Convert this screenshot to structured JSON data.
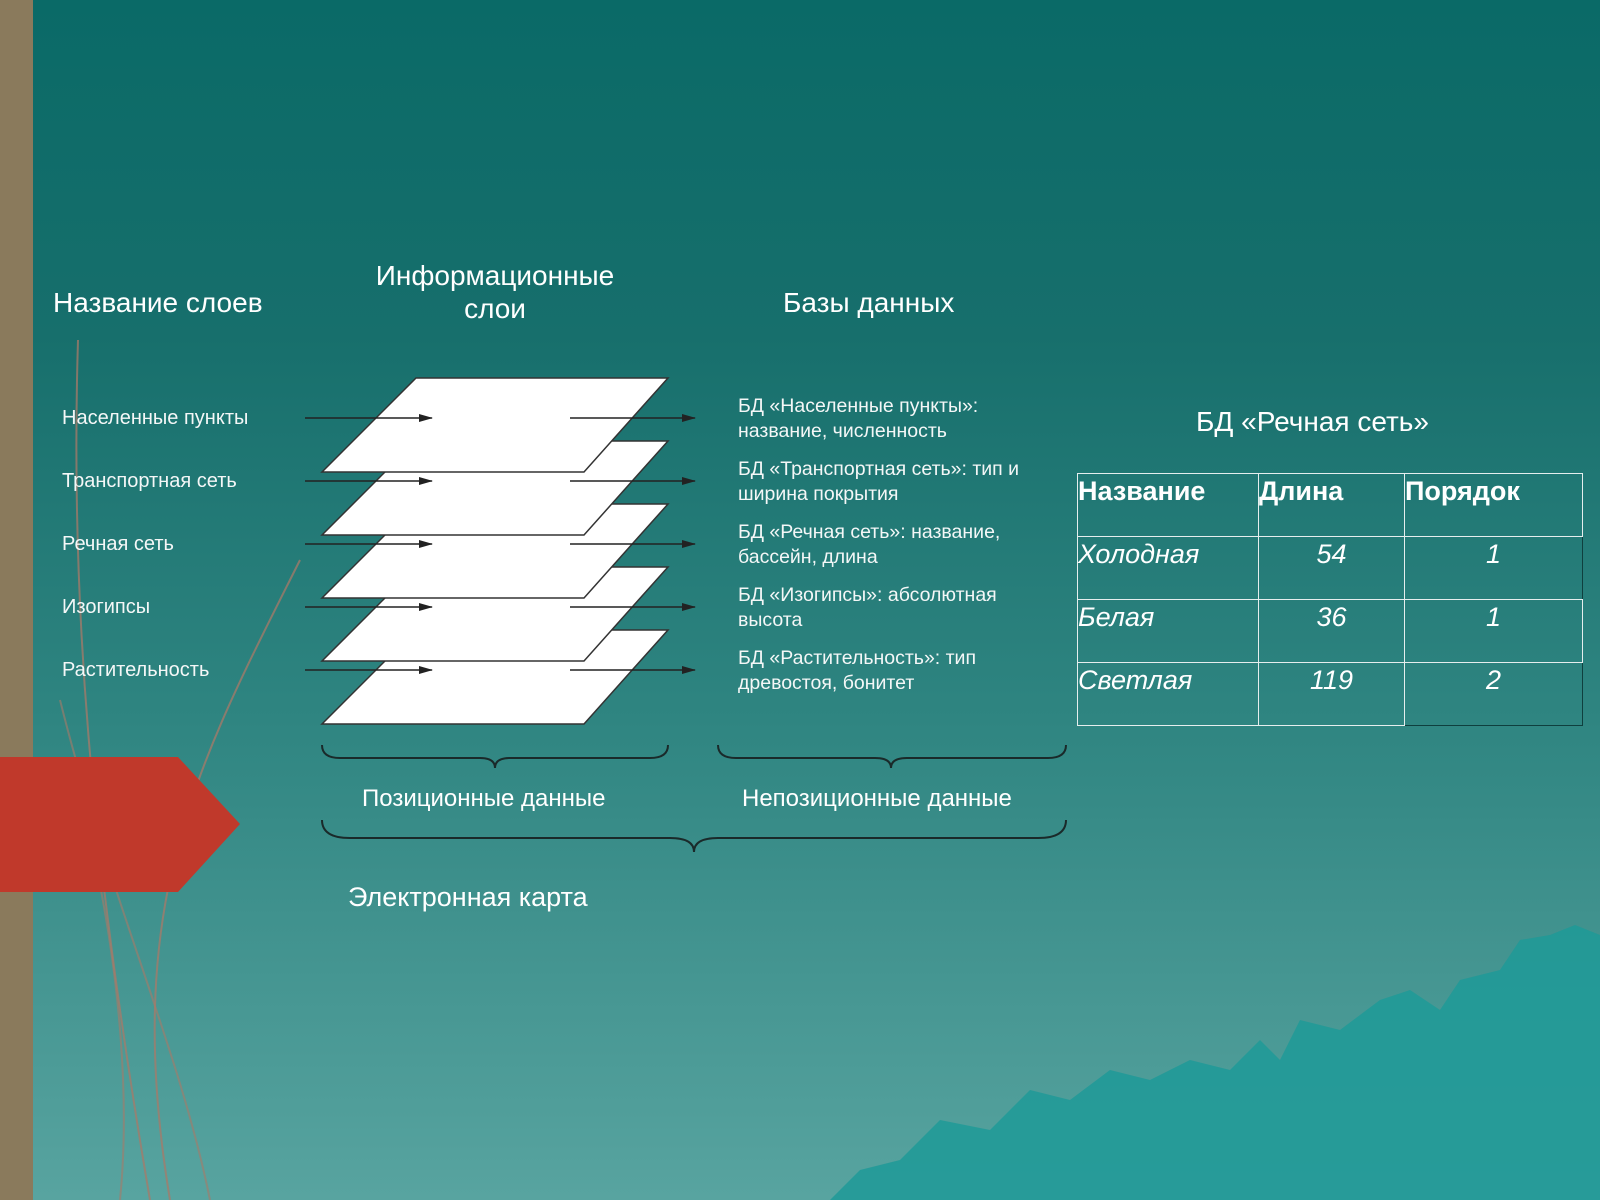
{
  "headings": {
    "layer_names": "Название слоев",
    "info_layers_line1": "Информационные",
    "info_layers_line2": "слои",
    "databases": "Базы данных"
  },
  "layers": [
    {
      "name": "Населенные пункты",
      "db_line1": "БД «Населенные пункты»:",
      "db_line2": "название, численность"
    },
    {
      "name": "Транспортная сеть",
      "db_line1": "БД «Транспортная сеть»: тип и",
      "db_line2": "ширина покрытия"
    },
    {
      "name": "Речная сеть",
      "db_line1": "БД «Речная сеть»: название,",
      "db_line2": "бассейн, длина"
    },
    {
      "name": "Изогипсы",
      "db_line1": "БД «Изогипсы»: абсолютная",
      "db_line2": "высота"
    },
    {
      "name": "Растительность",
      "db_line1": "БД «Растительность»: тип",
      "db_line2": "древостоя, бонитет"
    }
  ],
  "braces": {
    "positional": "Позиционные данные",
    "non_positional": "Непозиционные данные",
    "electronic_map": "Электронная карта"
  },
  "river_table": {
    "caption": "БД «Речная сеть»",
    "headers": [
      "Название",
      "Длина",
      "Порядок"
    ],
    "rows": [
      [
        "Холодная",
        "54",
        "1"
      ],
      [
        "Белая",
        "36",
        "1"
      ],
      [
        "Светлая",
        "119",
        "2"
      ]
    ]
  },
  "colors": {
    "background_top": "#0a6a67",
    "background_bottom": "#58a4a0",
    "left_stripe": "#8a7a5c",
    "red_arrow": "#c0392b",
    "mountains": "#1f9a98"
  }
}
